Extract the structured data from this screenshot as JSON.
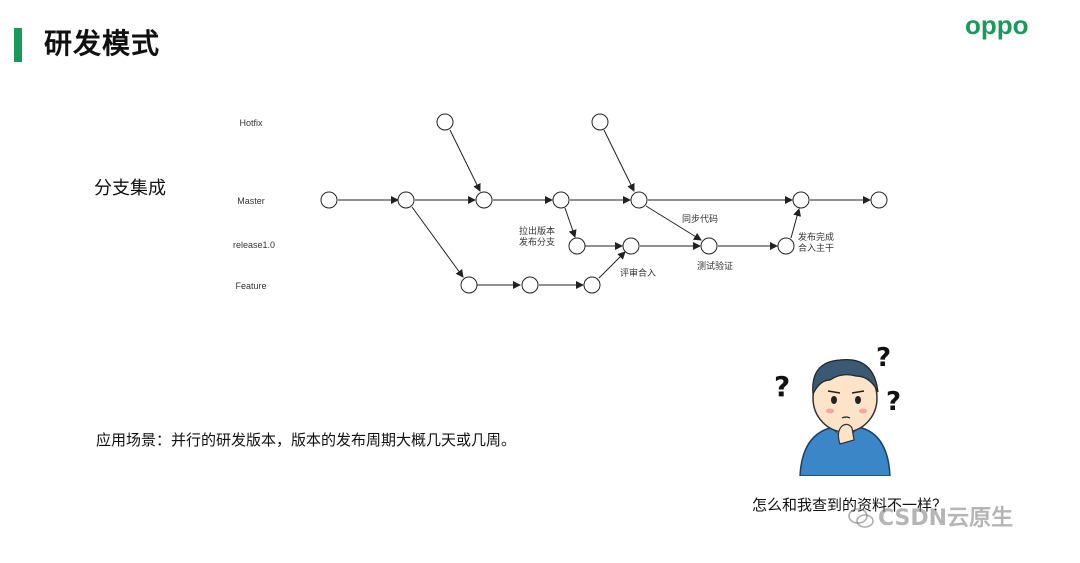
{
  "header": {
    "title": "研发模式",
    "logo": "oppo",
    "accent_color": "#1a9a5a"
  },
  "section": {
    "label": "分支集成"
  },
  "diagram": {
    "lanes": [
      "Hotfix",
      "Master",
      "release1.0",
      "Feature"
    ],
    "annotations": {
      "pull_version": [
        "拉出版本",
        "发布分支"
      ],
      "review_merge": "评审合入",
      "sync_code": "同步代码",
      "test_verify": "测试验证",
      "release_merge": [
        "发布完成",
        "合入主干"
      ]
    }
  },
  "scenario": {
    "text": "应用场景：并行的研发版本，版本的发布周期大概几天或几周。"
  },
  "illustration": {
    "caption": "怎么和我查到的资料不一样？",
    "icon": "confused-person-icon"
  },
  "watermark": {
    "text": "CSDN云原生",
    "icon": "wechat-icon"
  }
}
